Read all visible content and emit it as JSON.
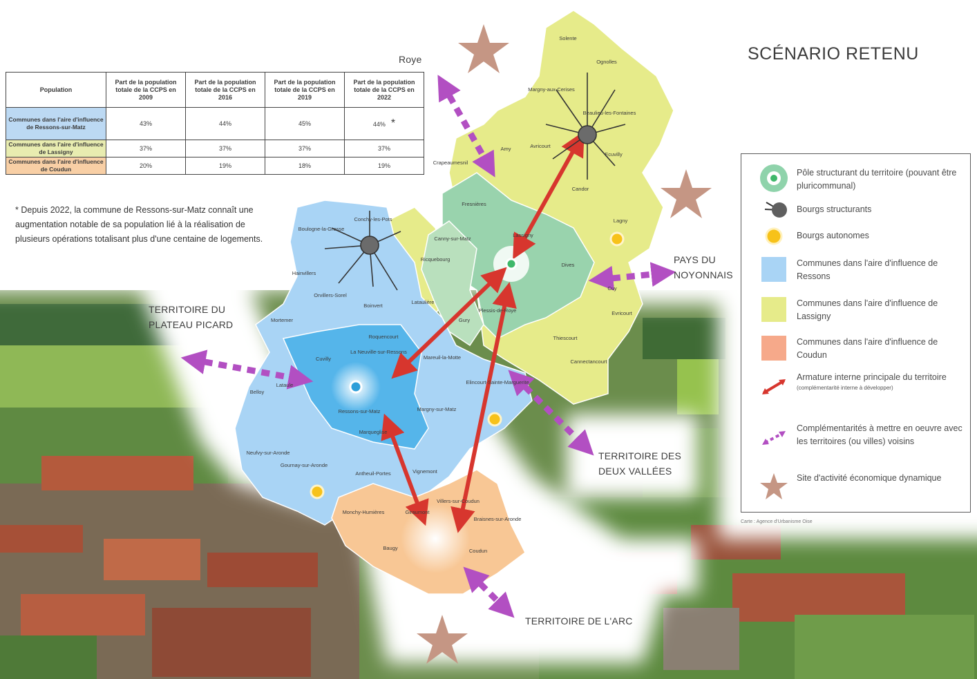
{
  "title": "SCÉNARIO RETENU",
  "table": {
    "headers": [
      "Population",
      "Part de la population totale de la CCPS en 2009",
      "Part de la population totale de la CCPS en 2016",
      "Part de la population totale de la CCPS en 2019",
      "Part de la population totale de la CCPS en 2022"
    ],
    "rows": [
      {
        "label": "Communes dans l'aire d'influence de Ressons-sur-Matz",
        "values": [
          "43%",
          "44%",
          "45%",
          "44%"
        ],
        "color": "#bcd9f3"
      },
      {
        "label": "Communes dans l'aire d'influence de Lassigny",
        "values": [
          "37%",
          "37%",
          "37%",
          "37%"
        ],
        "color": "#e8ecb0"
      },
      {
        "label": "Communes dans l'aire d'influence de Coudun",
        "values": [
          "20%",
          "19%",
          "18%",
          "19%"
        ],
        "color": "#f8cfa5"
      }
    ],
    "asterisk": "*"
  },
  "note": "* Depuis 2022, la commune de Ressons-sur-Matz connaît une augmentation notable de sa population lié à la réalisation de plusieurs opérations totalisant plus d'une centaine de logements.",
  "neighbours": {
    "roye": "Roye",
    "plateau_1": "TERRITOIRE DU",
    "plateau_2": "PLATEAU PICARD",
    "noyon_1": "PAYS DU",
    "noyon_2": "NOYONNAIS",
    "deux_1": "TERRITOIRE DES",
    "deux_2": "DEUX VALLÉES",
    "arc": "TERRITOIRE DE L'ARC"
  },
  "legend": [
    {
      "icon": "pole-structurant-icon",
      "text": "Pôle structurant du territoire (pouvant être pluricommunal)"
    },
    {
      "icon": "bourg-structurant-icon",
      "text": "Bourgs structurants"
    },
    {
      "icon": "bourg-autonome-icon",
      "text": "Bourgs autonomes"
    },
    {
      "icon": "ressons-swatch",
      "color": "#a9d4f5",
      "text": "Communes dans l'aire d'influence de Ressons"
    },
    {
      "icon": "lassigny-swatch",
      "color": "#e6eb8a",
      "text": "Communes dans l'aire d'influence de Lassigny"
    },
    {
      "icon": "coudun-swatch",
      "color": "#f6a98a",
      "text": "Communes dans l'aire d'influence de Coudun"
    },
    {
      "icon": "red-arrow-icon",
      "text": "Armature interne principale du territoire",
      "sub": "(complémentarité interne à développer)"
    },
    {
      "icon": "purple-arrow-icon",
      "text": "Complémentarités à mettre en oeuvre avec les territoires (ou villes) voisins"
    },
    {
      "icon": "star-icon",
      "text": "Site d'activité économique dynamique"
    }
  ],
  "credit": "Carte : Agence d'Urbanisme Oise",
  "communes": {
    "blue": [
      "Conchy-les-Pots",
      "Boulogne-la-Grasse",
      "Hainvillers",
      "Orvillers-Sorel",
      "Boinvert",
      "Lataulière",
      "Mortemer",
      "Cuvilly",
      "Roquencourt",
      "La Neuville-sur-Ressons",
      "Mareuil-la-Motte",
      "Ressons-sur-Matz",
      "Lataule",
      "Belloy",
      "Margny-sur-Matz",
      "Elincourt-Sainte-Marguerite",
      "Marqueglise",
      "Neufvy-sur-Aronde",
      "Gournay-sur-Aronde",
      "Antheuil-Portes",
      "Vignemont"
    ],
    "yellow": [
      "Solente",
      "Ognolles",
      "Margny-aux-Cerises",
      "Beaulieu-les-Fontaines",
      "Amy",
      "Avricourt",
      "Ecuvilly",
      "Crapeaumesnil",
      "Candor",
      "Lagny",
      "Cuy",
      "Dives",
      "Evricourt",
      "Thiescourt",
      "Cannectancourt",
      "Ricquebourg",
      "Fresnières"
    ],
    "green": [
      "Canny-sur-Matz",
      "Lassigny",
      "Plessis-de-Roye",
      "Gury"
    ],
    "orange": [
      "Monchy-Humières",
      "Villers-sur-Coudun",
      "Braisnes-sur-Aronde",
      "Giraumont",
      "Baugy",
      "Coudun"
    ]
  }
}
